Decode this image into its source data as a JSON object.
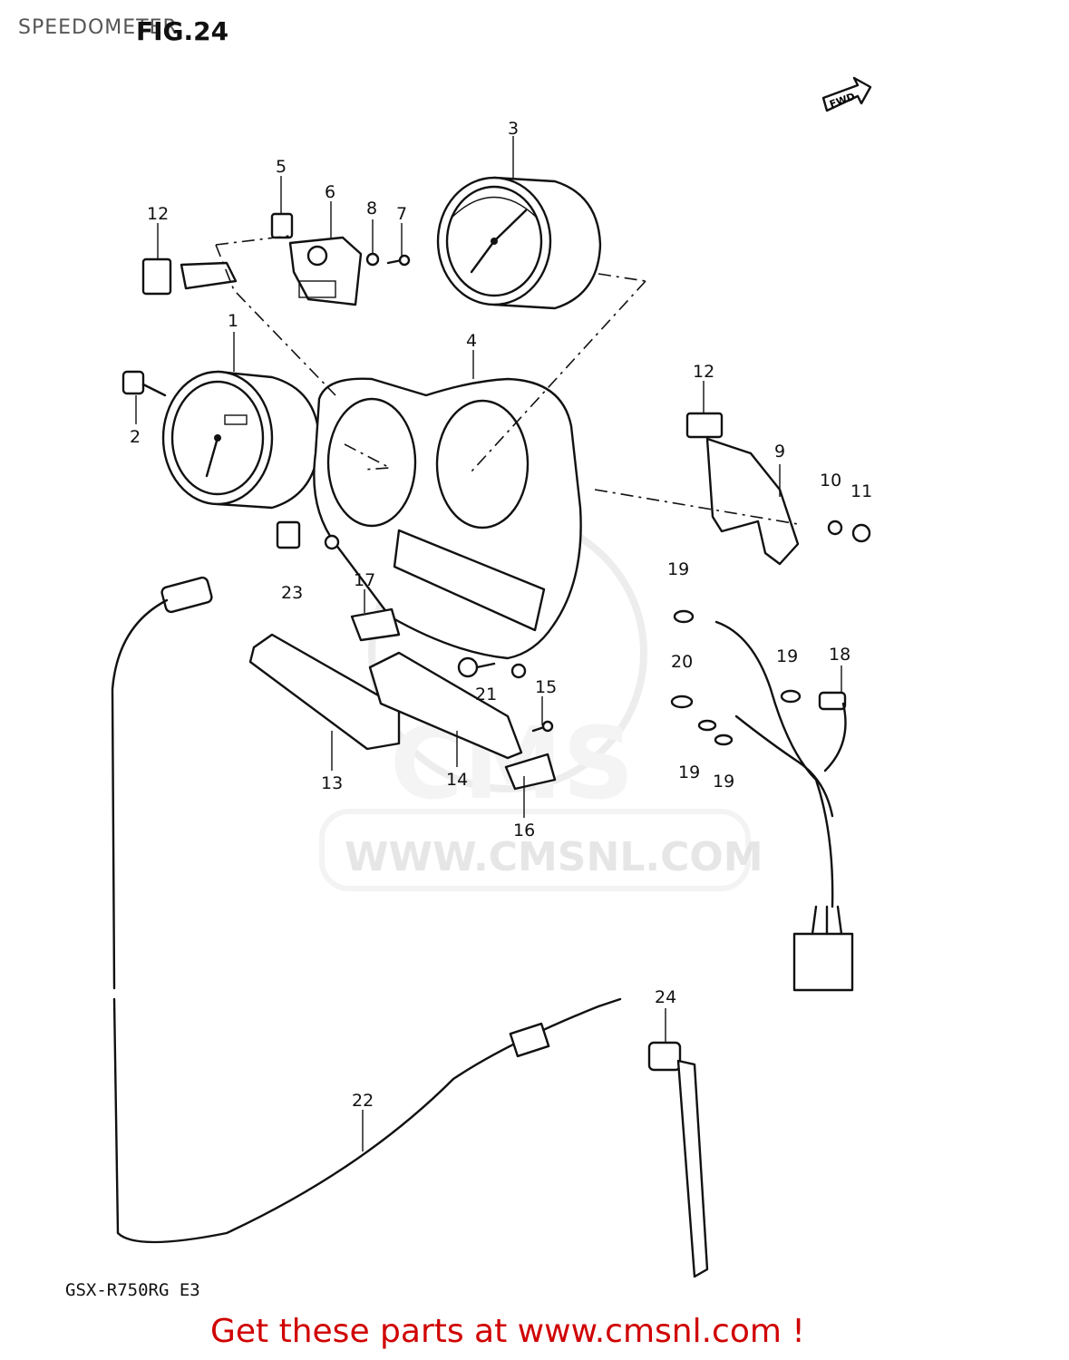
{
  "header": {
    "page_title": "SPEEDOMETER",
    "figure_label": "FIG.24"
  },
  "footer": {
    "model_code": "GSX-R750RG  E3",
    "call_to_action": "Get these parts at www.cmsnl.com !"
  },
  "watermark": {
    "url": "WWW.CMSNL.COM",
    "logo_text": "CMS"
  },
  "direction_marker": "FWD",
  "callouts": [
    "1",
    "2",
    "3",
    "4",
    "5",
    "6",
    "7",
    "8",
    "9",
    "10",
    "11",
    "12",
    "12",
    "13",
    "14",
    "15",
    "16",
    "17",
    "18",
    "19",
    "19",
    "19",
    "19",
    "20",
    "21",
    "22",
    "23",
    "24"
  ]
}
